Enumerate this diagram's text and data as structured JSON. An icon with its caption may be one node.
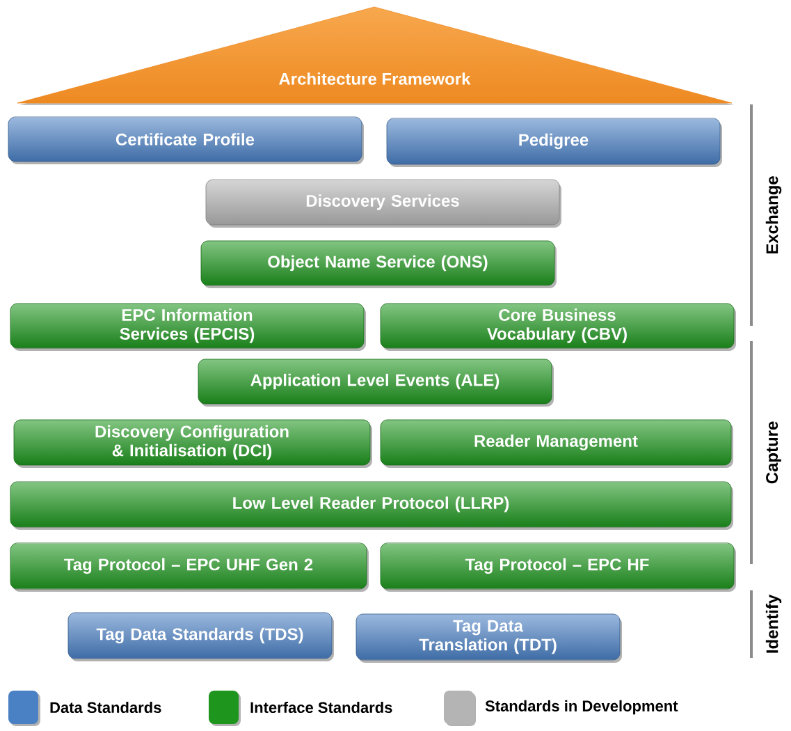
{
  "diagram": {
    "nodes": [
      {
        "text": [
          "Architecture Framework"
        ]
      },
      {
        "text": [
          "Certificate Profile"
        ]
      },
      {
        "text": [
          "Pedigree"
        ]
      },
      {
        "text": [
          "Discovery Services"
        ]
      },
      {
        "text": [
          "Object Name Service (ONS)"
        ]
      },
      {
        "text": [
          "EPC Information Services (EPCIS)"
        ]
      },
      {
        "text": [
          "Core Business Vocabulary (CBV)"
        ]
      },
      {
        "text": [
          "Application Level Events (ALE)"
        ]
      },
      {
        "text": [
          "Discovery Configuration & Initialisation (DCI)"
        ]
      },
      {
        "text": [
          "Reader Management"
        ]
      },
      {
        "text": [
          "Low Level Reader Protocol (LLRP)"
        ]
      },
      {
        "text": [
          "Tag Protocol – EPC UHF  Gen 2"
        ]
      },
      {
        "text": [
          "Tag Protocol – EPC HF"
        ]
      },
      {
        "text": [
          "Tag Data Standards (TDS)"
        ]
      },
      {
        "text": [
          "Tag Data Translation (TDT)"
        ]
      }
    ],
    "labels": [
      "Exchange",
      "Capture",
      "Identify"
    ],
    "legend": [
      {
        "text": "Data Standards",
        "color": "#4a80c4"
      },
      {
        "text": "Interface Standards",
        "color": "#1e961e"
      },
      {
        "text": "Standards in Development",
        "color": "#b4b4b4"
      }
    ]
  }
}
